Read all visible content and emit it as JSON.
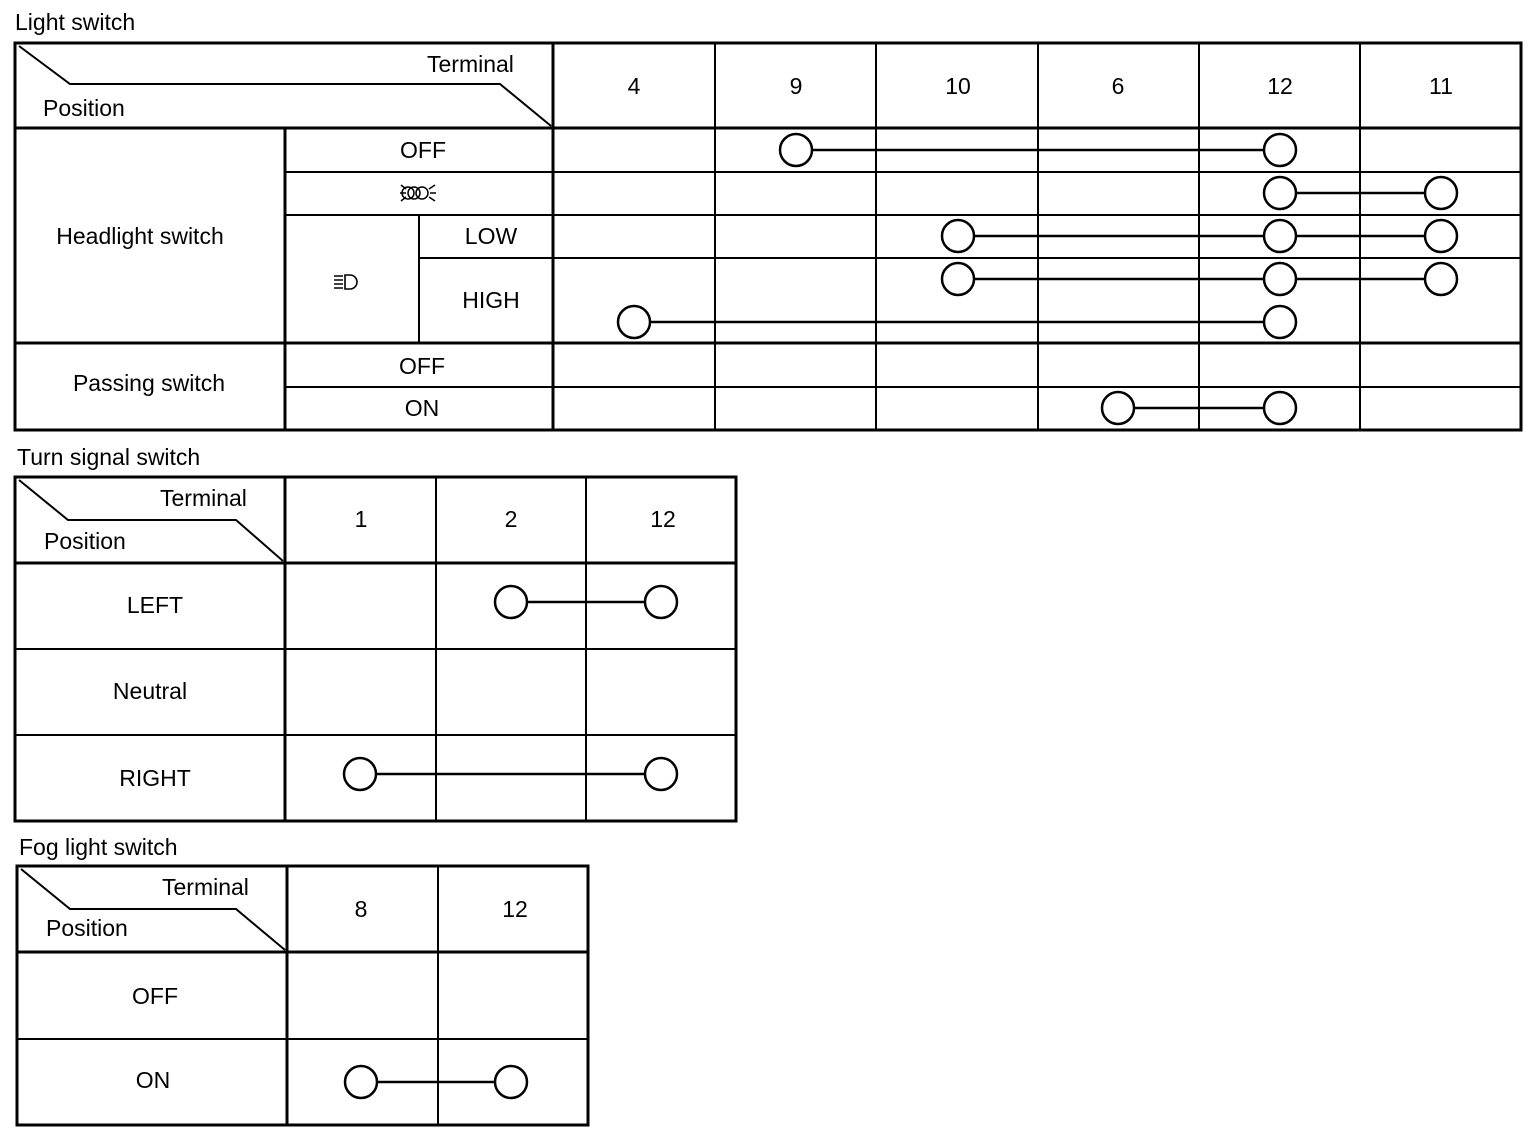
{
  "light_switch": {
    "title": "Light switch",
    "header_terminal": "Terminal",
    "header_position": "Position",
    "terminals": [
      "4",
      "9",
      "10",
      "6",
      "12",
      "11"
    ],
    "groups": {
      "headlight": "Headlight switch",
      "passing": "Passing switch"
    },
    "rows": {
      "off": "OFF",
      "tail_icon": "tail-light-icon",
      "headlamp_icon": "headlamp-icon",
      "low": "LOW",
      "high": "HIGH",
      "pass_off": "OFF",
      "pass_on": "ON"
    },
    "connections": [
      {
        "row": "OFF",
        "terminals": [
          "9",
          "12"
        ]
      },
      {
        "row": "tail-light",
        "terminals": [
          "12",
          "11"
        ]
      },
      {
        "row": "LOW",
        "terminals": [
          "10",
          "12",
          "11"
        ]
      },
      {
        "row": "HIGH",
        "terminals": [
          "10",
          "12",
          "11"
        ]
      },
      {
        "row": "HIGH",
        "terminals": [
          "4",
          "12"
        ]
      },
      {
        "row": "Passing ON",
        "terminals": [
          "6",
          "12"
        ]
      }
    ]
  },
  "turn_signal_switch": {
    "title": "Turn signal switch",
    "header_terminal": "Terminal",
    "header_position": "Position",
    "terminals": [
      "1",
      "2",
      "12"
    ],
    "rows": [
      "LEFT",
      "Neutral",
      "RIGHT"
    ],
    "connections": [
      {
        "row": "LEFT",
        "terminals": [
          "2",
          "12"
        ]
      },
      {
        "row": "RIGHT",
        "terminals": [
          "1",
          "12"
        ]
      }
    ]
  },
  "fog_light_switch": {
    "title": "Fog light switch",
    "header_terminal": "Terminal",
    "header_position": "Position",
    "terminals": [
      "8",
      "12"
    ],
    "rows": [
      "OFF",
      "ON"
    ],
    "connections": [
      {
        "row": "ON",
        "terminals": [
          "8",
          "12"
        ]
      }
    ]
  }
}
